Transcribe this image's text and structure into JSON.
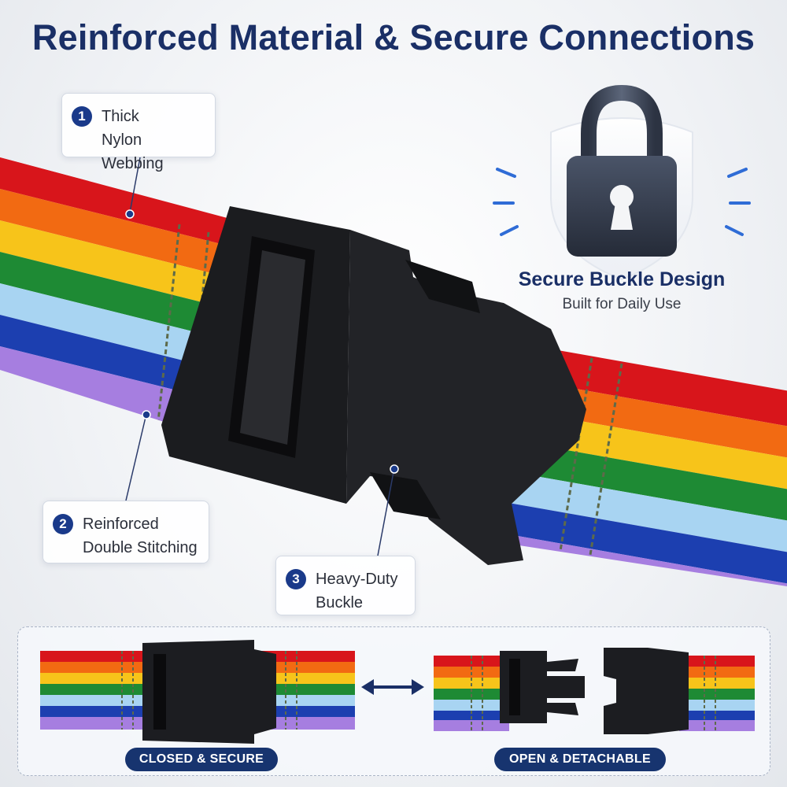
{
  "title": "Reinforced Material & Secure Connections",
  "callouts": [
    {
      "number": "1",
      "line1": "Thick",
      "line2": "Nylon Webbing"
    },
    {
      "number": "2",
      "line1": "Reinforced",
      "line2": "Double Stitching"
    },
    {
      "number": "3",
      "line1": "Heavy-Duty",
      "line2": "Buckle"
    }
  ],
  "secure": {
    "title": "Secure Buckle Design",
    "subtitle": "Built for Daily Use",
    "icon": "padlock-shield-icon"
  },
  "comparison": {
    "closed_label": "CLOSED & SECURE",
    "open_label": "OPEN & DETACHABLE",
    "arrow_icon": "double-arrow-icon"
  },
  "colors": {
    "navy": "#1a2f66",
    "badge": "#1a3a8a",
    "rainbow": [
      "#d8151b",
      "#f26a12",
      "#f7c41a",
      "#1e8a34",
      "#a8d4f2",
      "#1c3fb0",
      "#a67ee0"
    ]
  }
}
